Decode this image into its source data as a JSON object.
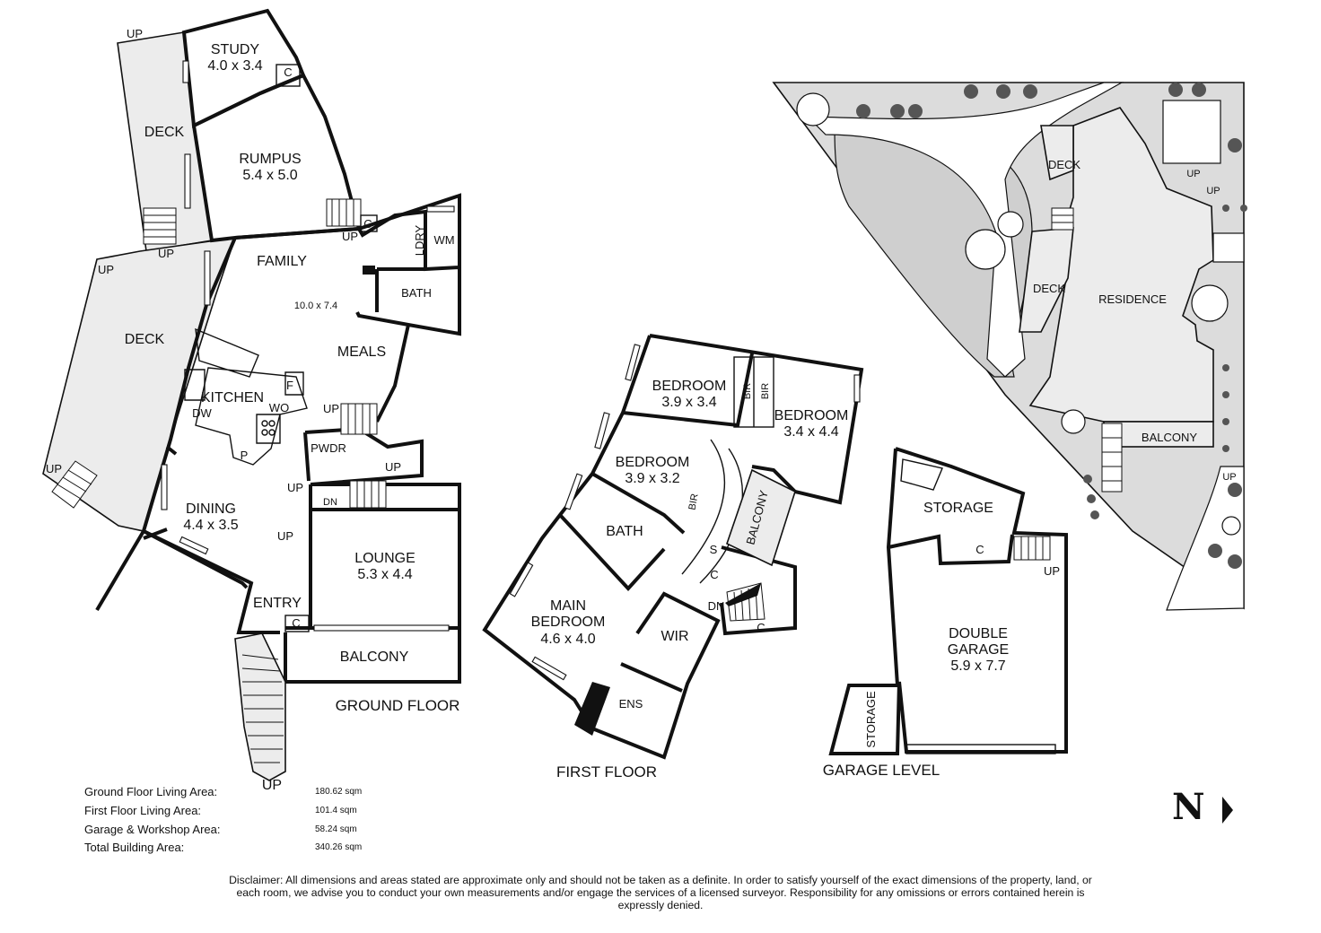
{
  "ground_floor": {
    "title": "GROUND FLOOR",
    "rooms": {
      "study": "STUDY",
      "study_dim": "4.0 x 3.4",
      "rumpus": "RUMPUS",
      "rumpus_dim": "5.4 x 5.0",
      "family": "FAMILY",
      "family_dim": "10.0 x 7.4",
      "meals": "MEALS",
      "kitchen": "KITCHEN",
      "dining": "DINING",
      "dining_dim": "4.4 x 3.5",
      "lounge": "LOUNGE",
      "lounge_dim": "5.3 x 4.4",
      "entry": "ENTRY",
      "balcony": "BALCONY",
      "deck_top": "DECK",
      "deck_left": "DECK",
      "ldry": "LDRY",
      "bath": "BATH",
      "wm": "WM",
      "pwdr": "PWDR"
    },
    "marks": {
      "up": "UP",
      "dn": "DN",
      "c": "C",
      "f": "F",
      "wo": "WO",
      "dw": "DW",
      "p": "P"
    }
  },
  "first_floor": {
    "title": "FIRST FLOOR",
    "rooms": {
      "bed1": "BEDROOM",
      "bed1_dim": "3.9 x 3.4",
      "bed2": "BEDROOM",
      "bed2_dim": "3.4 x 4.4",
      "bed3": "BEDROOM",
      "bed3_dim": "3.9 x 3.2",
      "bath": "BATH",
      "main1": "MAIN",
      "main2": "BEDROOM",
      "main_dim": "4.6 x 4.0",
      "wir": "WIR",
      "ens": "ENS",
      "balcony": "BALCONY",
      "bir": "BIR",
      "s": "S"
    }
  },
  "garage_level": {
    "title": "GARAGE LEVEL",
    "rooms": {
      "storage_top": "STORAGE",
      "storage_side": "STORAGE",
      "garage1": "DOUBLE",
      "garage2": "GARAGE",
      "garage_dim": "5.9 x 7.7"
    }
  },
  "site": {
    "residence": "RESIDENCE",
    "deck1": "DECK",
    "deck2": "DECK",
    "balcony": "BALCONY",
    "up": "UP"
  },
  "areas": [
    {
      "label": "Ground Floor Living Area:",
      "value": "180.62 sqm"
    },
    {
      "label": "First Floor Living Area:",
      "value": "101.4 sqm"
    },
    {
      "label": "Garage & Workshop Area:",
      "value": "58.24 sqm"
    },
    {
      "label": "Total Building Area:",
      "value": "340.26 sqm"
    }
  ],
  "north": "N",
  "disclaimer": "Disclaimer: All dimensions and areas stated are approximate only and should not be taken as a definite. In order to satisfy yourself of the exact dimensions of the property, land, or each room, we advise you to conduct your own measurements and/or engage the services of a licensed surveyor. Responsibility for any omissions or errors contained herein is expressly denied."
}
